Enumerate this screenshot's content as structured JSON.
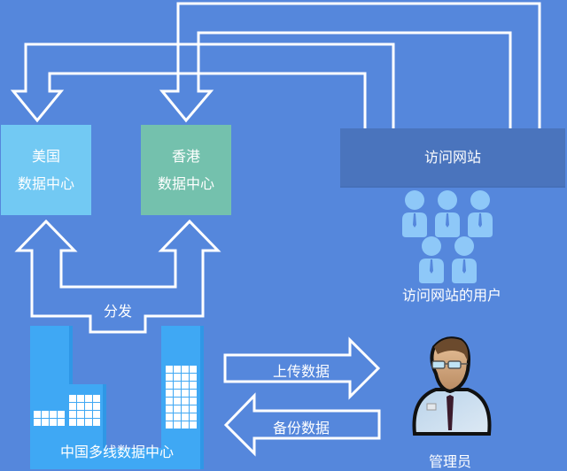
{
  "diagram": {
    "colors": {
      "background": "#5587dc",
      "us_dc": "#72c9f3",
      "hk_dc": "#74c1ad",
      "website": "#4a74bd",
      "users": "#8ec8f8",
      "china_dc": "#3fa8f4",
      "arrow_stroke": "#ffffff"
    },
    "us_dc": {
      "line1": "美国",
      "line2": "数据中心"
    },
    "hk_dc": {
      "line1": "香港",
      "line2": "数据中心"
    },
    "website": {
      "label": "访问网站"
    },
    "users": {
      "label": "访问网站的用户",
      "count": 5
    },
    "distribute": {
      "label": "分发"
    },
    "china_dc": {
      "label": "中国多线数据中心"
    },
    "upload": {
      "label": "上传数据"
    },
    "backup": {
      "label": "备份数据"
    },
    "admin": {
      "label": "管理员"
    }
  }
}
